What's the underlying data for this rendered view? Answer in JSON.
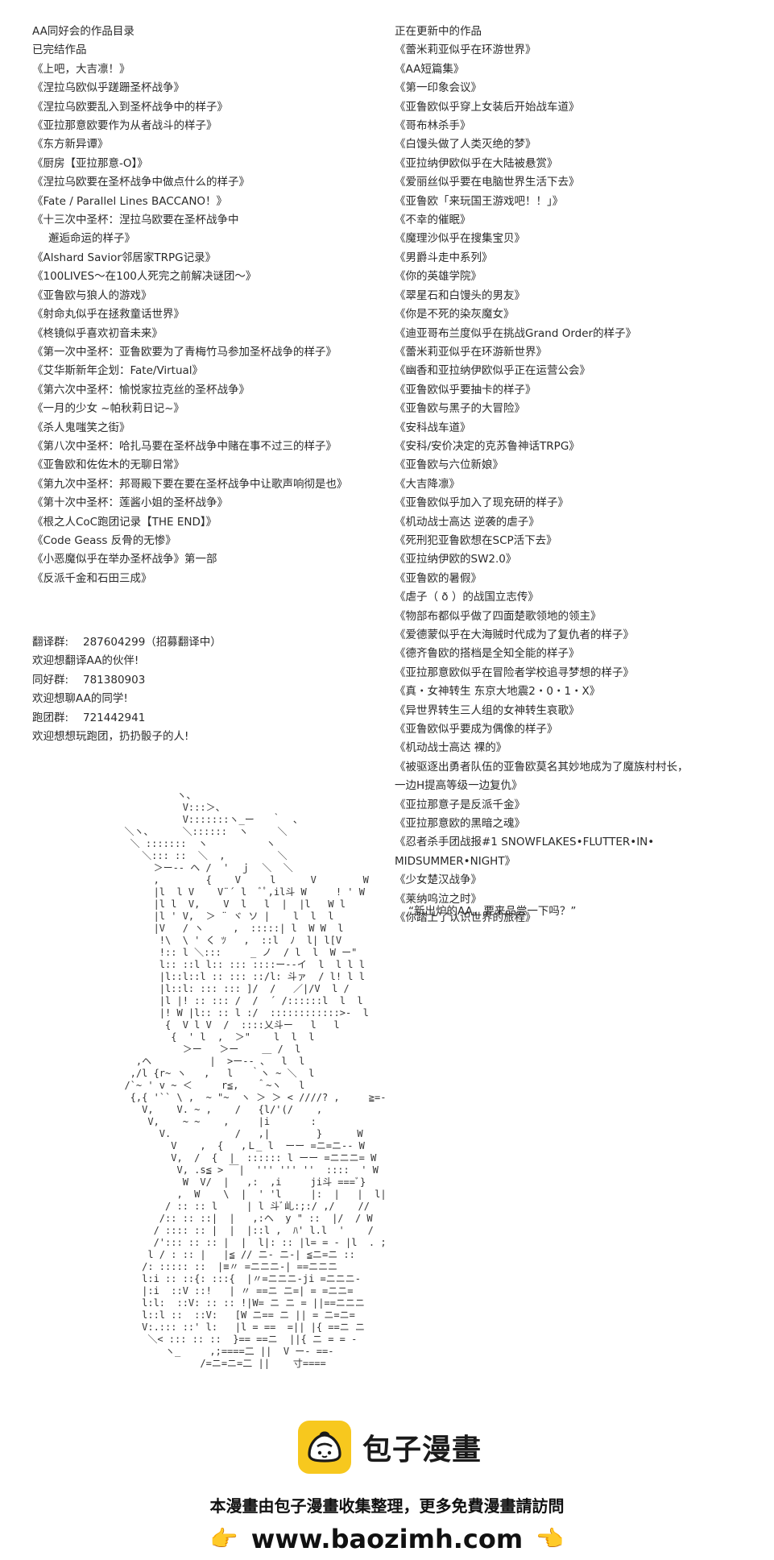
{
  "left_column": {
    "title": "AA同好会的作品目录",
    "completed_heading": "已完结作品",
    "items": [
      "《上吧，大吉凛！》",
      "《涅拉乌欧似乎蹉跚圣杯战争》",
      "《涅拉乌欧要乱入到圣杯战争中的样子》",
      "《亚拉那意欧要作为从者战斗的样子》",
      "《东方新异谭》",
      "《厨房【亚拉那意-O】》",
      "《涅拉乌欧要在圣杯战争中做点什么的样子》",
      "《Fate / Parallel Lines BACCANO！》",
      "《十三次中圣杯：涅拉乌欧要在圣杯战争中",
      "邂逅命运的样子》",
      "《Alshard Savior邻居家TRPG记录》",
      "《100LIVES～在100人死完之前解决谜团～》",
      "《亚鲁欧与狼人的游戏》",
      "《射命丸似乎在拯救童话世界》",
      "《柊镜似乎喜欢初音未来》",
      "《第一次中圣杯：亚鲁欧要为了青梅竹马参加圣杯战争的样子》",
      "《艾华斯新年企划：Fate/Virtual》",
      "《第六次中圣杯：愉悦家拉克丝的圣杯战争》",
      "《一月的少女 ~帕秋莉日记~》",
      "《杀人鬼嗤笑之街》",
      "《第八次中圣杯：哈扎马要在圣杯战争中赌在事不过三的样子》",
      "《亚鲁欧和佐佐木的无聊日常》",
      "《第九次中圣杯：邦哥殿下要在要在圣杯战争中让歌声响彻是也》",
      "《第十次中圣杯：莲酱小姐的圣杯战争》",
      "《根之人CoC跑团记录【THE END】》",
      "《Code Geass 反骨的无惨》",
      "《小恶魔似乎在举办圣杯战争》第一部",
      "《反派千金和石田三成》"
    ]
  },
  "groups": [
    {
      "label": "翻译群:",
      "value": "287604299（招募翻译中）",
      "desc": "欢迎想翻译AA的伙伴!"
    },
    {
      "label": "同好群:",
      "value": "781380903",
      "desc": "欢迎想聊AA的同学!"
    },
    {
      "label": "跑团群:",
      "value": "721442941",
      "desc": "欢迎想想玩跑团，扔扔骰子的人!"
    }
  ],
  "right_column": {
    "heading": "正在更新中的作品",
    "items": [
      "《蕾米莉亚似乎在环游世界》",
      "《AA短篇集》",
      "《第一印象会议》",
      "《亚鲁欧似乎穿上女装后开始战车道》",
      "《哥布林杀手》",
      "《白馒头做了人类灭绝的梦》",
      "《亚拉纳伊欧似乎在大陆被悬赏》",
      "《爱丽丝似乎要在电脑世界生活下去》",
      "《亚鲁欧「来玩国王游戏吧！！」》",
      "《不幸的催眠》",
      "《魔理沙似乎在搜集宝贝》",
      "《男爵斗走中系列》",
      "《你的英雄学院》",
      "《翠星石和白馒头的男友》",
      "《你是不死的染灰魔女》",
      "《迪亚哥布兰度似乎在挑战Grand Order的样子》",
      "《蕾米莉亚似乎在环游新世界》",
      "《幽香和亚拉纳伊欧似乎正在运营公会》",
      "《亚鲁欧似乎要抽卡的样子》",
      "《亚鲁欧与黑子的大冒险》",
      "《安科战车道》",
      "《安科/安价决定的克苏鲁神话TRPG》",
      "《亚鲁欧与六位新娘》",
      "《大吉降凛》",
      "《亚鲁欧似乎加入了现充研的样子》",
      "《机动战士高达 逆袭的虐子》",
      "《死刑犯亚鲁欧想在SCP活下去》",
      "《亚拉纳伊欧的SW2.0》",
      "《亚鲁欧的暑假》",
      "《虐子（ ð ）的战国立志传》",
      "《物部布都似乎做了四面楚歌领地的领主》",
      "《爱德蒙似乎在大海贼时代成为了复仇者的样子》",
      "《德齐鲁欧的搭档是全知全能的样子》",
      "《亚拉那意欧似乎在冒险者学校追寻梦想的样子》",
      "《真・女神转生 东京大地震2・0・1・X》",
      "《异世界转生三人组的女神转生哀歌》",
      "《亚鲁欧似乎要成为偶像的样子》",
      "《机动战士高达 裸的》",
      "《被驱逐出勇者队伍的亚鲁欧莫名其妙地成为了魔族村村长，",
      "一边H提高等级一边复仇》",
      "《亚拉那意子是反派千金》",
      "《亚拉那意欧的黑暗之魂》",
      "《忍者杀手团战报#1 SNOWFLAKES•FLUTTER•IN•",
      "MIDSUMMER•NIGHT》",
      "《少女楚汉战争》",
      "《莱纳呜泣之时》",
      "《你踏上了认识世界的旅程》"
    ]
  },
  "quote": "“新出炉的AA，要来品尝一下吗？”",
  "footer": {
    "brand": "包子漫畫",
    "notice": "本漫畫由包子漫畫收集整理，更多免費漫畫請訪問",
    "url": "www.baozimh.com",
    "accent_color": "#f7c81e"
  }
}
